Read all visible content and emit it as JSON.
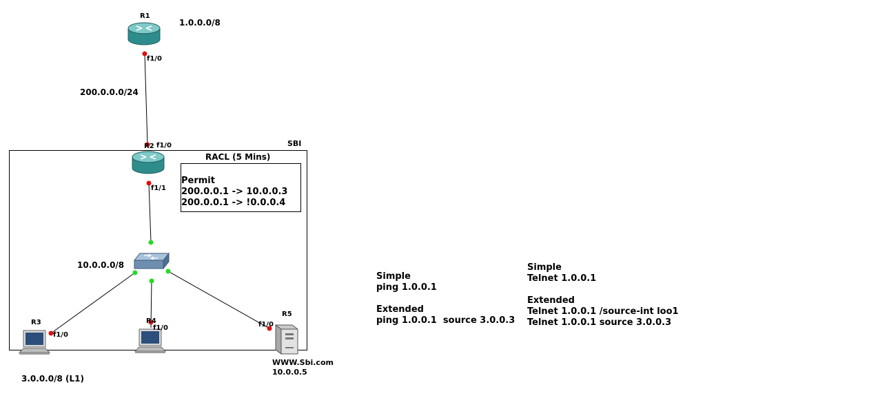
{
  "devices": {
    "r1": {
      "name": "R1",
      "subnet": "1.0.0.0/8",
      "port": "f1/0"
    },
    "r2": {
      "name": "R2",
      "port_up": "f1/0",
      "port_down": "f1/1"
    },
    "r3": {
      "name": "R3",
      "port": "f1/0",
      "subnet": "3.0.0.0/8 (L1)"
    },
    "r4": {
      "name": "R4",
      "port": "f1/0"
    },
    "r5": {
      "name": "R5",
      "port": "f1/0",
      "hostname": "WWW.Sbi.com",
      "ip": "10.0.0.5"
    },
    "switch": {
      "subnet": "10.0.0.0/8"
    }
  },
  "links": {
    "r1_r2_subnet": "200.0.0.0/24"
  },
  "sbi_box": {
    "label": "SBI"
  },
  "racl": {
    "title": "RACL (5 Mins)",
    "heading": "Permit",
    "lines": [
      "200.0.0.1 -> 10.0.0.3",
      "200.0.0.1 -> !0.0.0.4"
    ]
  },
  "ping_notes": {
    "simple_title": "Simple",
    "simple_cmd": "ping 1.0.0.1",
    "extended_title": "Extended",
    "extended_cmd": "ping 1.0.0.1  source 3.0.0.3"
  },
  "telnet_notes": {
    "simple_title": "Simple",
    "simple_cmd": "Telnet 1.0.0.1",
    "extended_title": "Extended",
    "extended_cmds": [
      "Telnet 1.0.0.1 /source-int loo1",
      "Telnet 1.0.0.1 source 3.0.0.3"
    ]
  },
  "colors": {
    "router_body": "#2f8c8c",
    "router_top": "#7fc9c9",
    "switch_body": "#6f8fb0",
    "link_down_dot": "#e01010",
    "link_up_dot": "#22dd22"
  }
}
